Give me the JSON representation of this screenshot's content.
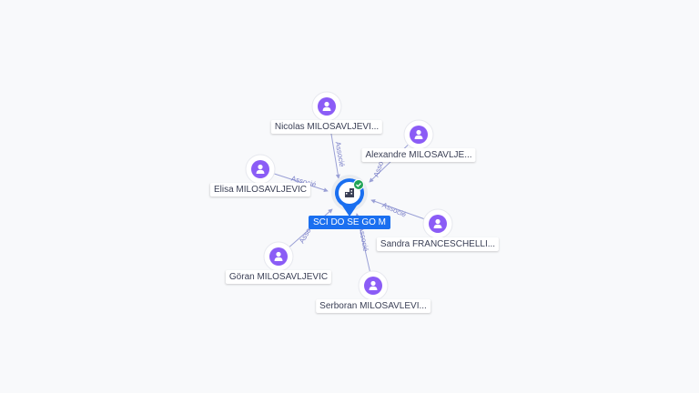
{
  "company": {
    "name": "SCI DO SE GO M",
    "icon": "building-icon",
    "status_icon": "check-badge-icon",
    "colors": {
      "pin": "#1a6ff0",
      "badge": "#21a356"
    }
  },
  "persons": [
    {
      "id": "nicolas",
      "name": "Nicolas MILOSAVLJEVI...",
      "edge_label": "Associé",
      "icon": "person-icon"
    },
    {
      "id": "alexandre",
      "name": "Alexandre MILOSAVLJE...",
      "edge_label": "Associé",
      "icon": "person-icon"
    },
    {
      "id": "elisa",
      "name": "Elisa MILOSAVLJEVIC",
      "edge_label": "Associé",
      "icon": "person-icon"
    },
    {
      "id": "sandra",
      "name": "Sandra FRANCESCHELLI...",
      "edge_label": "Associé",
      "icon": "person-icon"
    },
    {
      "id": "goran",
      "name": "Göran MILOSAVLJEVIC",
      "edge_label": "Associé",
      "icon": "person-icon"
    },
    {
      "id": "serboran",
      "name": "Serboran MILOSAVLEVI...",
      "edge_label": "Associé",
      "icon": "person-icon"
    }
  ],
  "colors": {
    "person_node": "#8b5cf6",
    "edge": "#9aa0d6",
    "edge_label": "#7b80c9"
  }
}
